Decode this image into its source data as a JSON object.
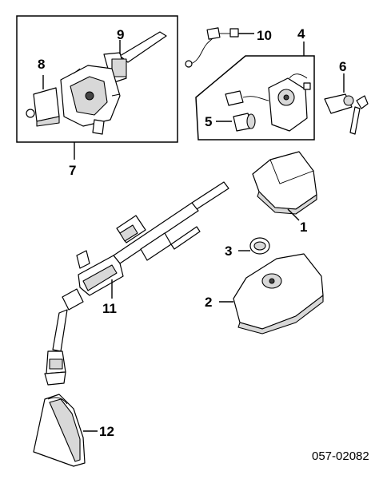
{
  "diagram": {
    "callouts": {
      "c1": "1",
      "c2": "2",
      "c3": "3",
      "c4": "4",
      "c5": "5",
      "c6": "6",
      "c7": "7",
      "c8": "8",
      "c9": "9",
      "c10": "10",
      "c11": "11",
      "c12": "12"
    },
    "drawing_code": "057-02082"
  }
}
